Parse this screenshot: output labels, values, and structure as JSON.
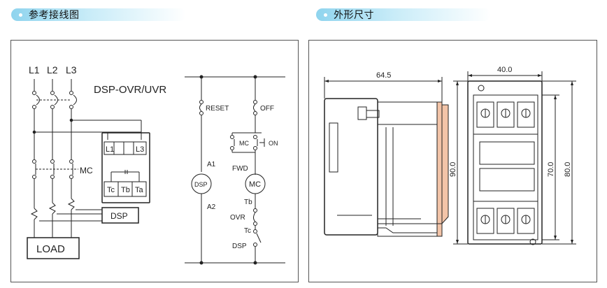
{
  "left_section": {
    "title": "参考接线图"
  },
  "right_section": {
    "title": "外形尺寸"
  },
  "wiring": {
    "phases": [
      "L1",
      "L2",
      "L3"
    ],
    "model": "DSP-OVR/UVR",
    "contactor_label": "MC",
    "relay_terminals_top": [
      "L1",
      "L3"
    ],
    "relay_terminals_bottom": [
      "Tc",
      "Tb",
      "Ta"
    ],
    "dsp_box": "DSP",
    "load_box": "LOAD",
    "control": {
      "reset": "RESET",
      "off": "OFF",
      "on": "ON",
      "mc_contact": "MC",
      "a1": "A1",
      "a2": "A2",
      "dsp_coil": "DSP",
      "fwd": "FWD",
      "mc_coil": "MC",
      "tb": "Tb",
      "ovr": "OVR",
      "tc": "Tc",
      "dsp_bottom": "DSP"
    }
  },
  "dimensions": {
    "depth": "64.5",
    "width": "40.0",
    "height_left": "90.0",
    "height_inner": "70.0",
    "height_outer": "80.0"
  }
}
